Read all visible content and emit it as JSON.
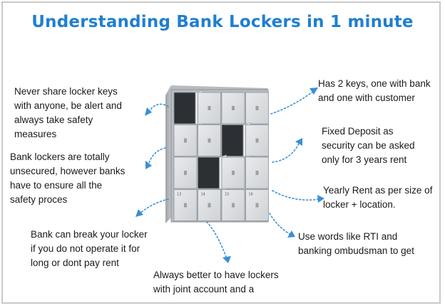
{
  "title": "Understanding Bank Lockers in 1 minute",
  "notes": {
    "never_share": "Never share locker keys\nwith anyone,  be alert and\nalways take safety\nmeasures",
    "totally_unsecured": "Bank lockers are totally\nunsecured, however banks\nhave to ensure all the\nsafety proces",
    "break_locker": "Bank can break your locker\nif you do not operate it for\nlong or dont pay rent",
    "joint_account": "Always better to have lockers\nwith joint account and a",
    "two_keys": "Has 2 keys, one with bank\nand one with customer",
    "fixed_deposit": "Fixed Deposit as\nsecurity can be asked\nonly for 3 years rent",
    "yearly_rent": "Yearly Rent as per size of\nlocker + location.",
    "rti": "Use words like RTI and\nbanking ombudsman to get"
  },
  "locker_numbers": [
    "13",
    "14",
    "15",
    "16"
  ],
  "colors": {
    "title": "#1f7fd1",
    "arrow": "#3a8fd6",
    "locker_body": "#c4c7cb",
    "locker_door": "#dfe1e4"
  }
}
